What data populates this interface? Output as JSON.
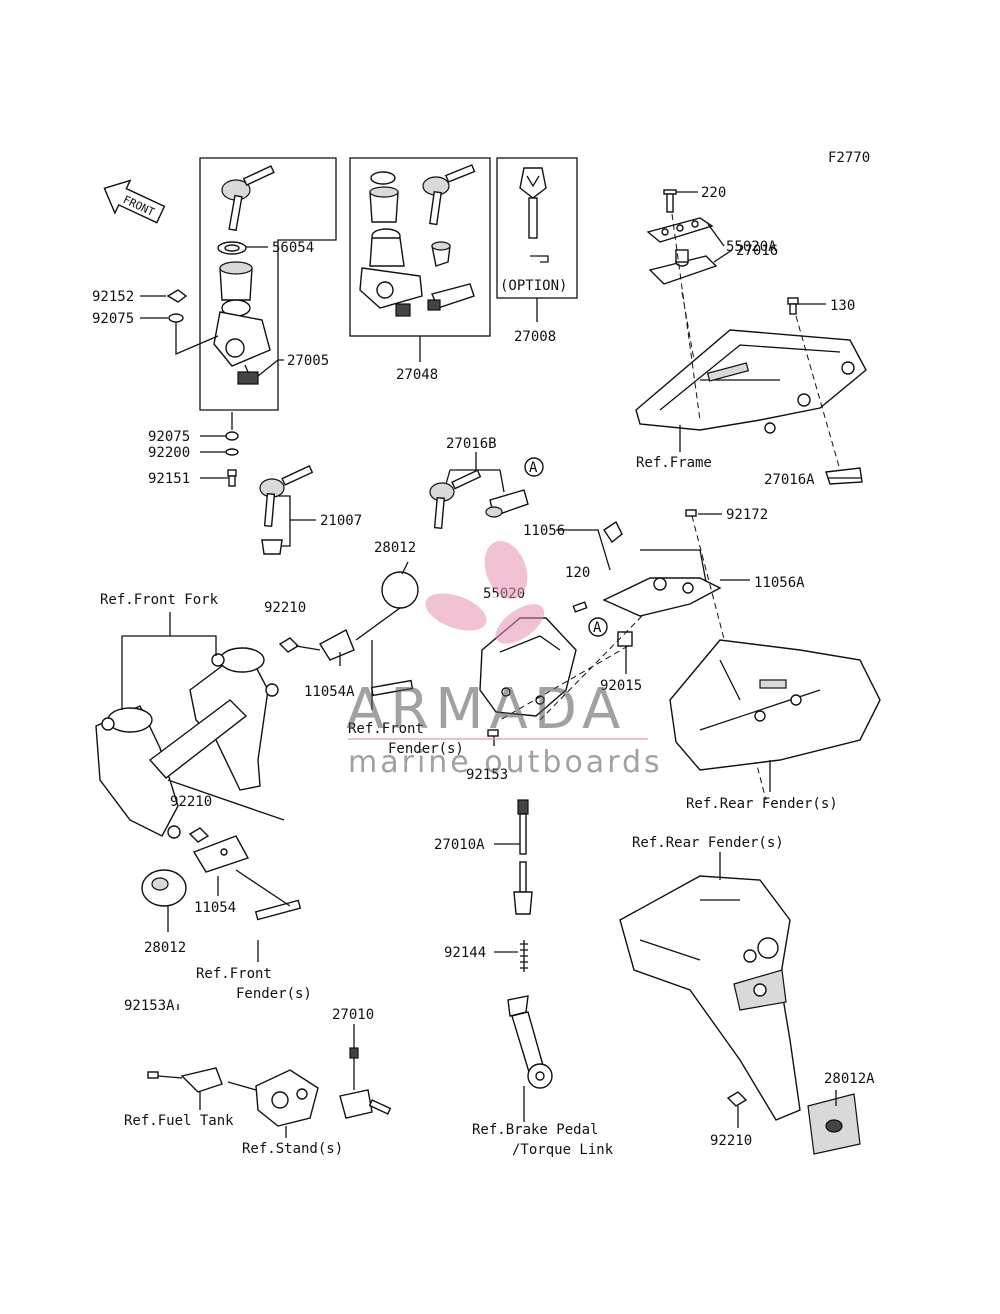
{
  "diagram_code": "F2770",
  "front_arrow": "FRONT",
  "option_label": "(OPTION)",
  "callout_a": "A",
  "watermark": {
    "brand": "ARMADA",
    "tagline": "marine outboards"
  },
  "labels": {
    "l56054": "56054",
    "l92152": "92152",
    "l92075a": "92075",
    "l27005": "27005",
    "l92075b": "92075",
    "l92200": "92200",
    "l92151": "92151",
    "l21007": "21007",
    "l27048": "27048",
    "l27008": "27008",
    "l220": "220",
    "l55020A": "55020A",
    "l27016": "27016",
    "l130": "130",
    "l_ref_frame": "Ref.Frame",
    "l27016A": "27016A",
    "l27016B": "27016B",
    "l11056": "11056",
    "l92172": "92172",
    "l28012a": "28012",
    "l120": "120",
    "l11056A": "11056A",
    "l55020": "55020",
    "l_ref_front_fork": "Ref.Front Fork",
    "l92210a": "92210",
    "l11054A": "11054A",
    "l92015": "92015",
    "l_ref_front_fender_1a": "Ref.Front",
    "l_ref_front_fender_1b": "Fender(s)",
    "l92153": "92153",
    "l_ref_rear_fender_1": "Ref.Rear Fender(s)",
    "l92210b": "92210",
    "l27010A": "27010A",
    "l_ref_rear_fender_2": "Ref.Rear Fender(s)",
    "l11054": "11054",
    "l28012b": "28012",
    "l_ref_front_fender_2a": "Ref.Front",
    "l_ref_front_fender_2b": "Fender(s)",
    "l92144": "92144",
    "l92153A": "92153A",
    "l27010": "27010",
    "l_ref_fuel_tank": "Ref.Fuel Tank",
    "l_ref_stand": "Ref.Stand(s)",
    "l_ref_brake_a": "Ref.Brake Pedal",
    "l_ref_brake_b": "/Torque Link",
    "l28012A": "28012A",
    "l92210c": "92210"
  }
}
